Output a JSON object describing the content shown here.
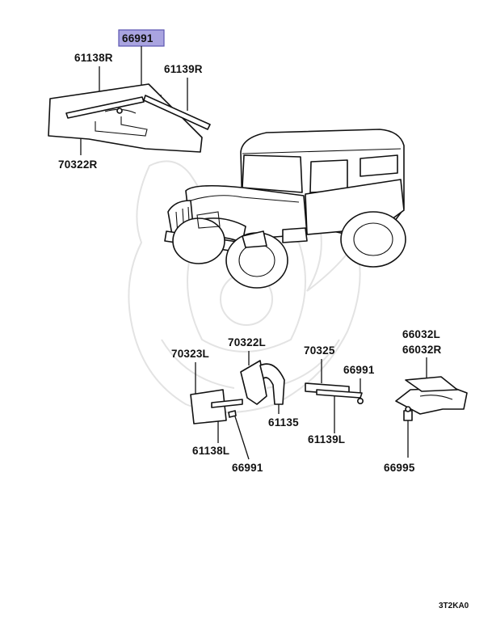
{
  "diagram": {
    "highlighted_part": "66991",
    "highlight_color": "#a9a4e0",
    "footer_code": "3T2KA0",
    "labels": {
      "p61138R": "61138R",
      "p61139R": "61139R",
      "p70322R": "70322R",
      "p70323L": "70323L",
      "p70322L": "70322L",
      "p70325": "70325",
      "p66991_right": "66991",
      "p66032L": "66032L",
      "p66032R": "66032R",
      "p61138L": "61138L",
      "p66991_bottom": "66991",
      "p61135": "61135",
      "p61139L": "61139L",
      "p66995": "66995"
    }
  }
}
